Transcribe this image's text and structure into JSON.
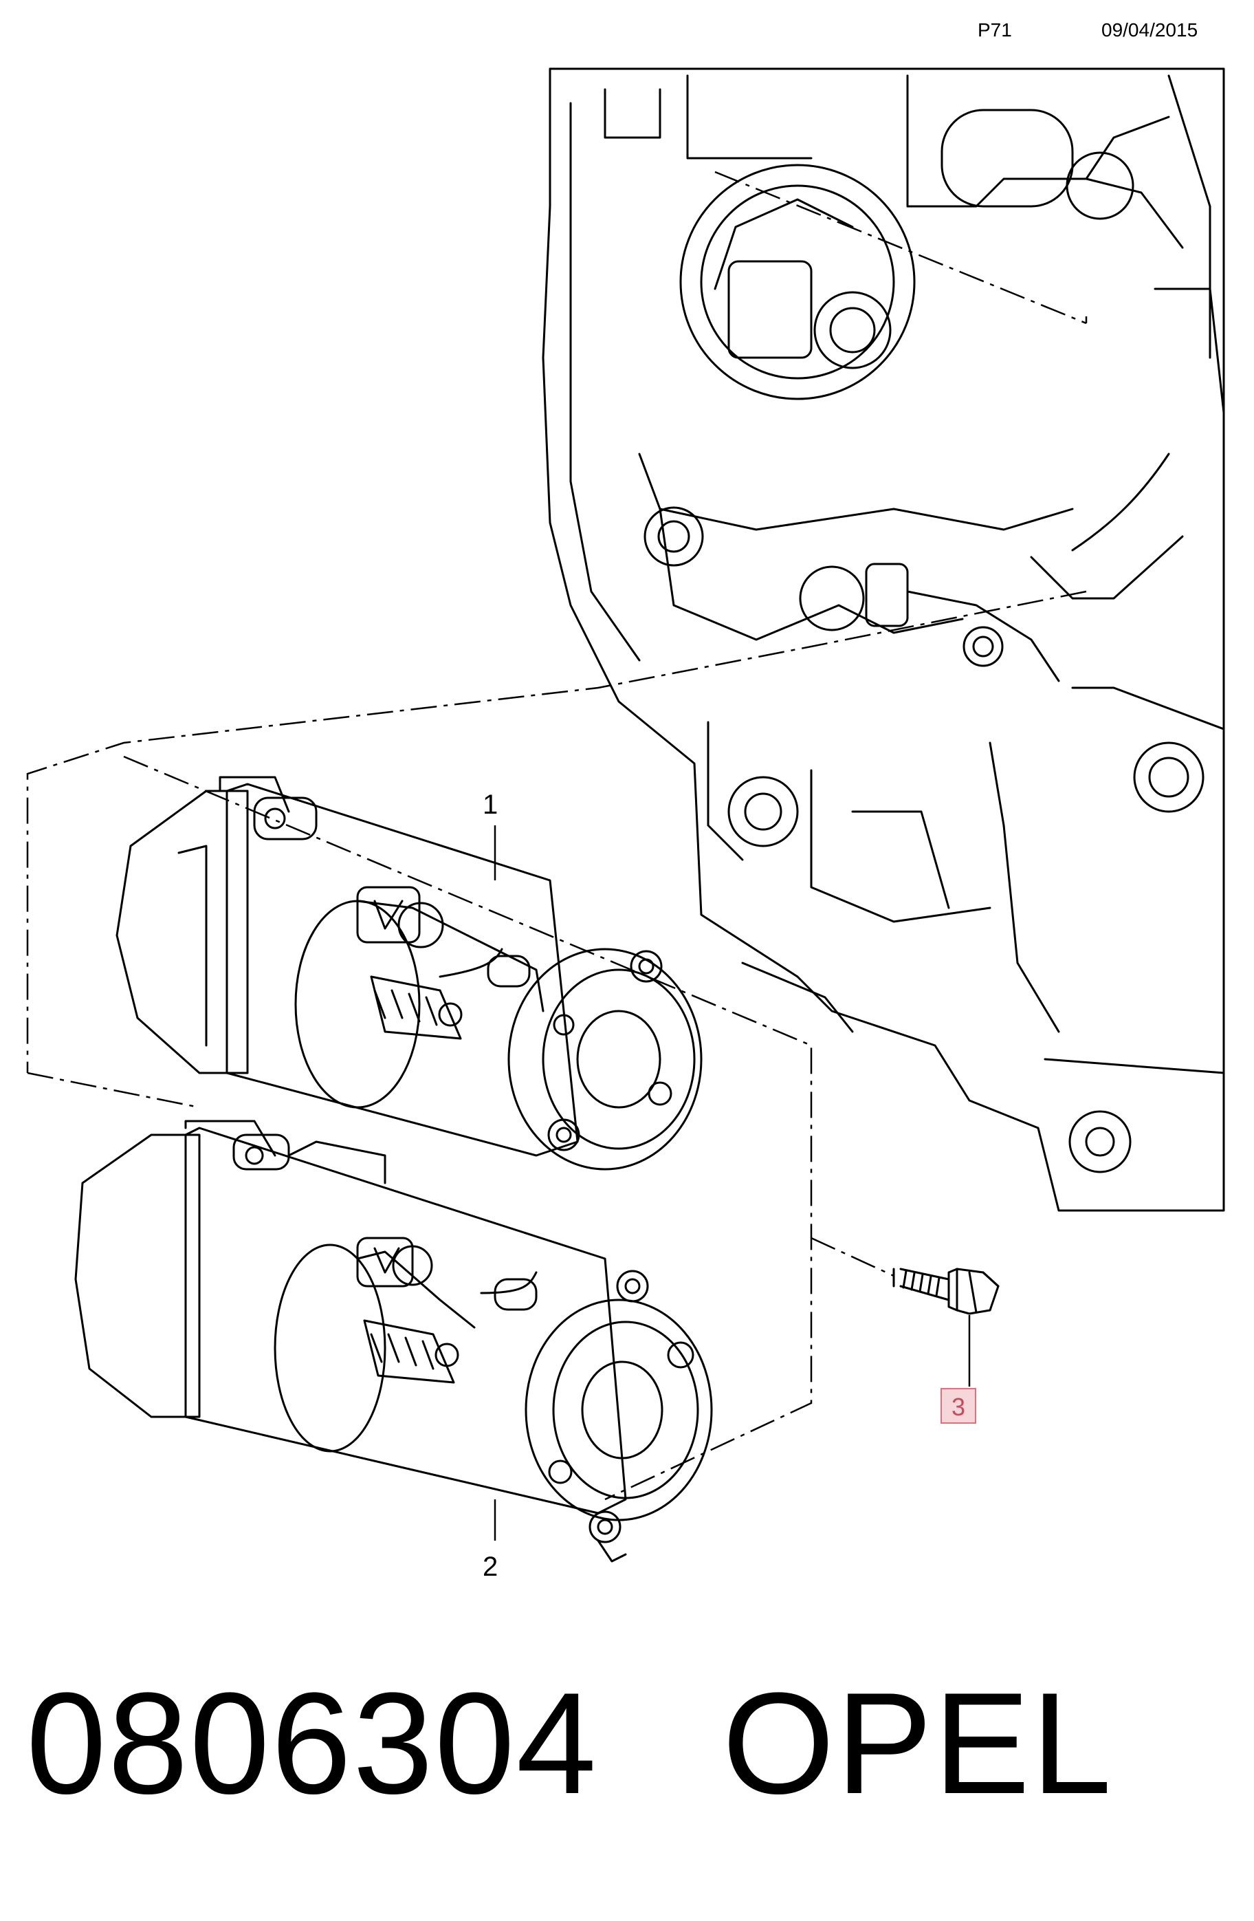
{
  "header": {
    "page_code": "P71",
    "date": "09/04/2015"
  },
  "callouts": {
    "item_1": "1",
    "item_2": "2",
    "item_3": "3"
  },
  "footer": {
    "part_number": "0806304",
    "brand": "OPEL"
  },
  "colors": {
    "line": "#000000",
    "highlight_fill": "#f7d6da",
    "highlight_border": "#e2707a",
    "highlight_text": "#c34d5b"
  }
}
